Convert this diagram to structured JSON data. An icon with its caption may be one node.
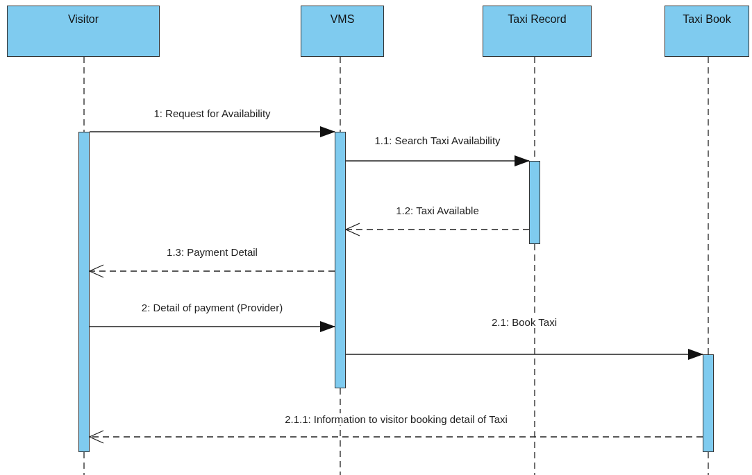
{
  "diagram": {
    "nodes": [
      {
        "text": [
          "Visitor"
        ]
      },
      {
        "text": [
          "VMS"
        ]
      },
      {
        "text": [
          "Taxi Record"
        ]
      },
      {
        "text": [
          "Taxi Book"
        ]
      },
      {
        "text": [],
        "shape": "bar"
      },
      {
        "text": [],
        "shape": "bar"
      },
      {
        "text": [],
        "shape": "bar"
      },
      {
        "text": [],
        "shape": "bar"
      }
    ],
    "edges": [
      {
        "from": 0,
        "to": 4,
        "arrow": "none",
        "style": "dashed"
      },
      {
        "from": 1,
        "to": 5,
        "arrow": "none",
        "style": "dashed"
      },
      {
        "from": 2,
        "to": 6,
        "arrow": "none",
        "style": "dashed"
      },
      {
        "from": 3,
        "to": 7,
        "arrow": "none",
        "style": "dashed"
      },
      {
        "from": 4,
        "to": 5,
        "arrow": "to",
        "label": "1: Request for Availability"
      },
      {
        "from": 5,
        "to": 6,
        "arrow": "to",
        "label": "1.1: Search Taxi Availability"
      },
      {
        "from": 6,
        "to": 5,
        "arrow": "to",
        "label": "1.2: Taxi Available",
        "style": "dashed"
      },
      {
        "from": 5,
        "to": 4,
        "arrow": "to",
        "label": "1.3: Payment Detail",
        "style": "dashed"
      },
      {
        "from": 4,
        "to": 5,
        "arrow": "to",
        "label": "2: Detail of payment (Provider)"
      },
      {
        "from": 5,
        "to": 7,
        "arrow": "to",
        "label": "2.1: Book Taxi"
      },
      {
        "from": 7,
        "to": 4,
        "arrow": "to",
        "label": "2.1.1: Information to visitor booking detail of Taxi",
        "style": "dashed"
      }
    ]
  }
}
